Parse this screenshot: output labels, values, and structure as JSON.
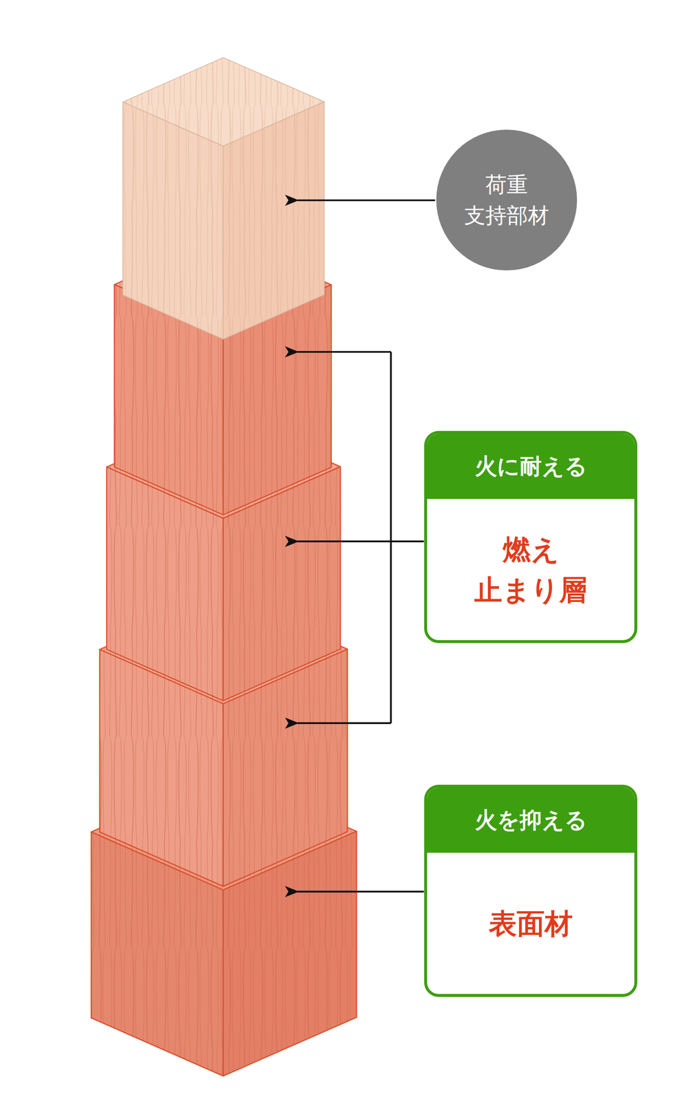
{
  "diagram": {
    "nodes": [
      {
        "text": [
          "荷重 支持部材"
        ]
      },
      {
        "text": [
          "火に耐える",
          "燃え 止まり層"
        ]
      },
      {
        "text": [
          "火を抑える",
          "表面材"
        ]
      }
    ]
  }
}
